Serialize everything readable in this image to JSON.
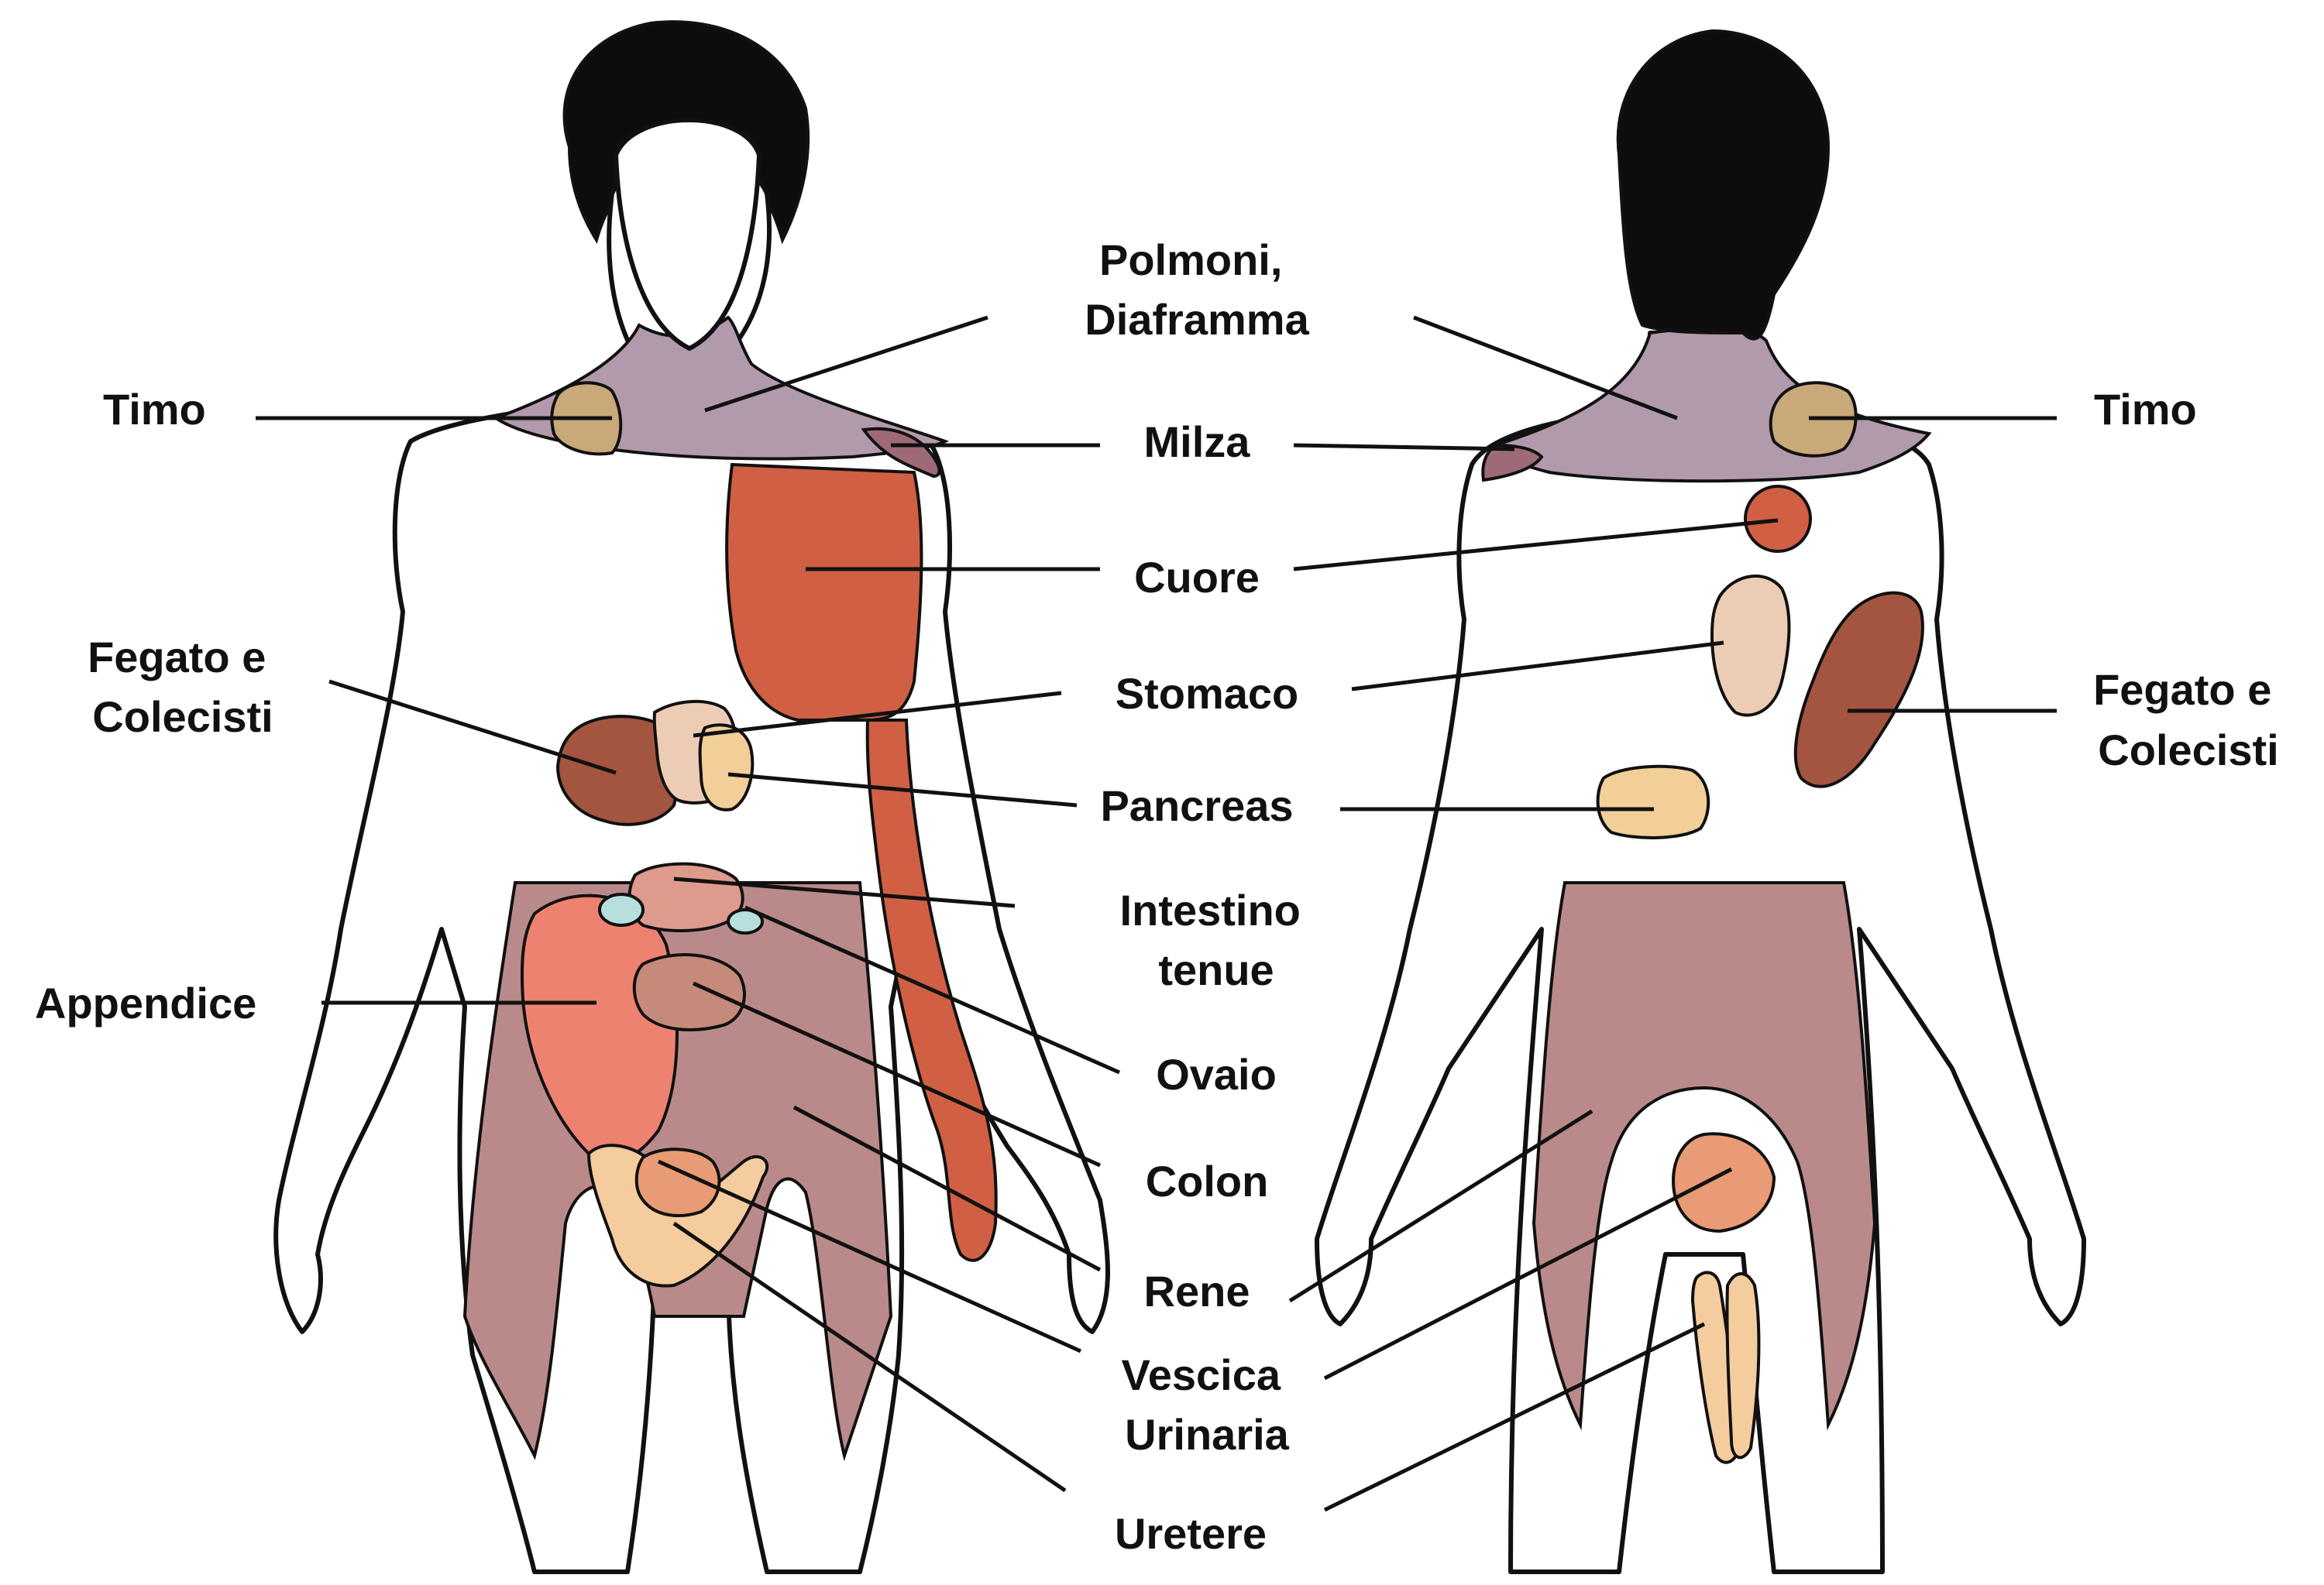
{
  "colors": {
    "background": "#ffffff",
    "skin": "#ffffff",
    "outline": "#111111",
    "hair": "#0d0d0d",
    "timo": "#c9a87a",
    "polmoni_diaframma": "#b19aab",
    "milza": "#9e6a78",
    "cuore": "#d05f44",
    "fegato_colecisti": "#a3553f",
    "stomaco": "#ecccb4",
    "pancreas": "#f2cf98",
    "intestino_tenue": "#dd9a8d",
    "ovaio": "#b7dfdd",
    "colon": "#c58a79",
    "appendice": "#ee8270",
    "rene": "#ba8a8a",
    "vescica_urinaria": "#e89b74",
    "uretere": "#f4cc9d"
  },
  "labels": {
    "polmoni_diaframma": [
      "Polmoni,",
      "Diaframma"
    ],
    "timo_front": "Timo",
    "timo_back": "Timo",
    "milza": "Milza",
    "cuore": "Cuore",
    "fegato_front": [
      "Fegato e",
      "Colecisti"
    ],
    "fegato_back": [
      "Fegato e",
      "Colecisti"
    ],
    "stomaco": "Stomaco",
    "pancreas": "Pancreas",
    "intestino_tenue": [
      "Intestino",
      "tenue"
    ],
    "appendice": "Appendice",
    "ovaio": "Ovaio",
    "colon": "Colon",
    "rene": "Rene",
    "vescica_urinaria": [
      "Vescica",
      "Urinaria"
    ],
    "uretere": "Uretere"
  }
}
